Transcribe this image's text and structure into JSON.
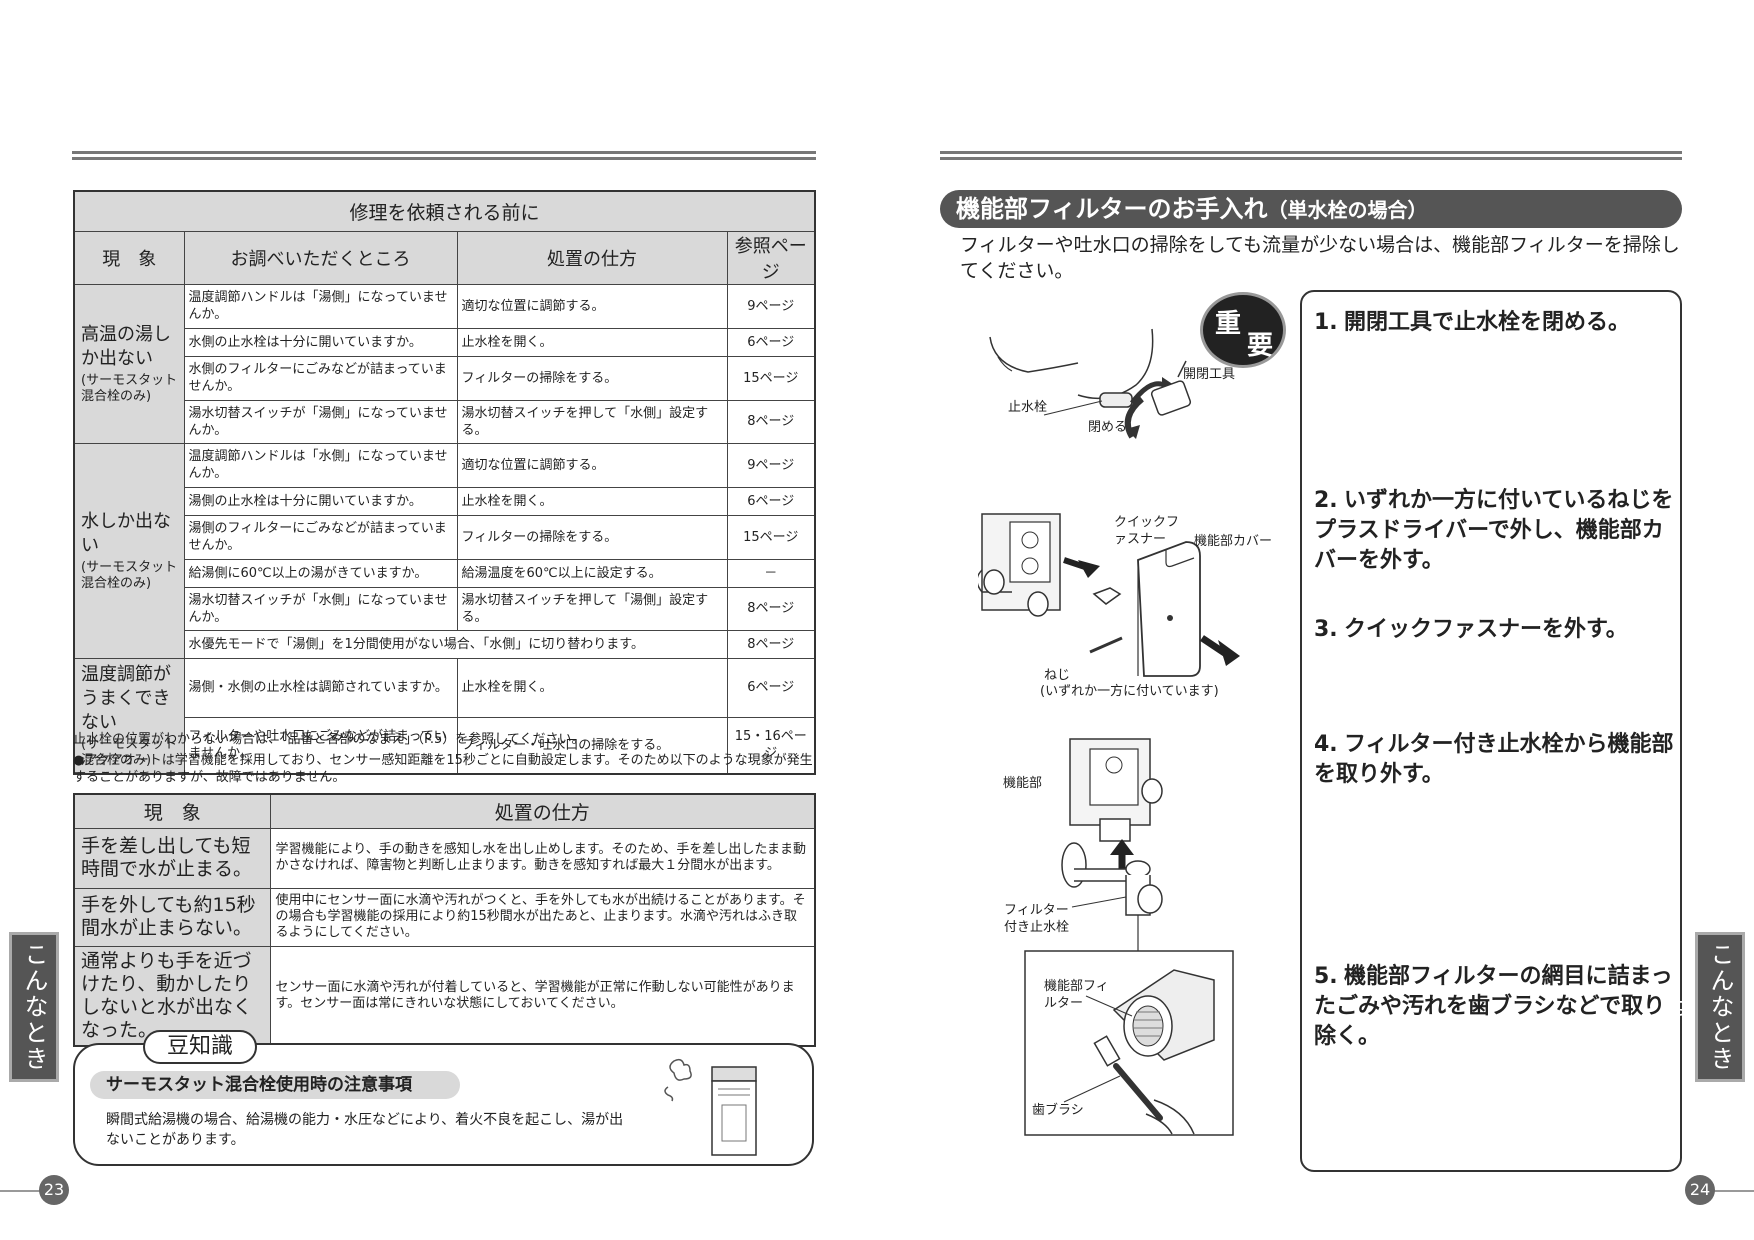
{
  "left": {
    "trouble_table": {
      "title": "修理を依頼される前に",
      "headers": [
        "現　象",
        "お調べいただくところ",
        "処置の仕方",
        "参照ページ"
      ],
      "groups": [
        {
          "symptom": "高温の湯しか出ない",
          "symptom_sub": "サーモスタット混合栓のみ",
          "rows": [
            {
              "check": "温度調節ハンドルは「湯側」になっていませんか。",
              "action": "適切な位置に調節する。",
              "page": "9ページ"
            },
            {
              "check": "水側の止水栓は十分に開いていますか。",
              "action": "止水栓を開く。",
              "page": "6ページ"
            },
            {
              "check": "水側のフィルターにごみなどが詰まっていませんか。",
              "action": "フィルターの掃除をする。",
              "page": "15ページ"
            },
            {
              "check": "湯水切替スイッチが「湯側」になっていませんか。",
              "action": "湯水切替スイッチを押して「水側」設定する。",
              "page": "8ページ"
            }
          ]
        },
        {
          "symptom": "水しか出ない",
          "symptom_sub": "サーモスタット混合栓のみ",
          "rows": [
            {
              "check": "温度調節ハンドルは「水側」になっていませんか。",
              "action": "適切な位置に調節する。",
              "page": "9ページ"
            },
            {
              "check": "湯側の止水栓は十分に開いていますか。",
              "action": "止水栓を開く。",
              "page": "6ページ"
            },
            {
              "check": "湯側のフィルターにごみなどが詰まっていませんか。",
              "action": "フィルターの掃除をする。",
              "page": "15ページ"
            },
            {
              "check": "給湯側に60℃以上の湯がきていますか。",
              "action": "給湯温度を60℃以上に設定する。",
              "page": "－"
            },
            {
              "check": "湯水切替スイッチが「水側」になっていませんか。",
              "action": "湯水切替スイッチを押して「湯側」設定する。",
              "page": "8ページ"
            },
            {
              "note": "水優先モードで「湯側」を1分間使用がない場合、「水側」に切り替わります。",
              "page": "8ページ"
            }
          ]
        },
        {
          "symptom": "温度調節がうまくできない",
          "symptom_sub": "サーモスタット混合栓のみ",
          "rows": [
            {
              "check": "湯側・水側の止水栓は調節されていますか。",
              "action": "止水栓を開く。",
              "page": "6ページ"
            },
            {
              "check": "フィルターや吐水口にごみなどが詰まっていませんか。",
              "action": "フィルター・吐水口の掃除をする。",
              "page": "15・16ページ"
            }
          ]
        }
      ]
    },
    "note_1": "止水栓の位置がわからない場合は、「品番と各部のなまえ」（P.5）を参照してください。",
    "note_2": "●アクアオートは学習機能を採用しており、センサー感知距離を15秒ごとに自動設定します。そのため以下のような現象が発生することがありますが、故障ではありません。",
    "aqua_table": {
      "headers": [
        "現　象",
        "処置の仕方"
      ],
      "rows": [
        {
          "symptom": "手を差し出しても短時間で水が止まる。",
          "action": "学習機能により、手の動きを感知し水を出し止めします。そのため、手を差し出したまま動かさなければ、障害物と判断し止まります。動きを感知すれば最大１分間水が出ます。"
        },
        {
          "symptom": "手を外しても約15秒間水が止まらない。",
          "action": "使用中にセンサー面に水滴や汚れがつくと、手を外しても水が出続けることがあります。その場合も学習機能の採用により約15秒間水が出たあと、止まります。水滴や汚れはふき取るようにしてください。"
        },
        {
          "symptom": "通常よりも手を近づけたり、動かしたりしないと水が出なくなった。",
          "action": "センサー面に水滴や汚れが付着していると、学習機能が正常に作動しない可能性があります。センサー面は常にきれいな状態にしておいてください。"
        }
      ]
    },
    "tip": {
      "tag": "豆知識",
      "heading": "サーモスタット混合栓使用時の注意事項",
      "text": "瞬間式給湯機の場合、給湯機の能力・水圧などにより、着火不良を起こし、湯が出ないことがあります。"
    },
    "side_tab": "こんなときは",
    "page_number": "23"
  },
  "right": {
    "title": "機能部フィルターのお手入れ",
    "title_sub": "（単水栓の場合）",
    "intro": "フィルターや吐水口の掃除をしても流量が少ない場合は、機能部フィルターを掃除してください。",
    "badge": [
      "重",
      "要"
    ],
    "labels": {
      "stop_valve": "止水栓",
      "close": "閉める",
      "tool": "開閉工具",
      "quick_fastener": "クイックファスナー",
      "cover": "機能部カバー",
      "screw": "ねじ",
      "screw_note": "(いずれか一方に付いています)",
      "function_unit": "機能部",
      "filter_valve": "フィルター付き止水栓",
      "function_filter": "機能部フィルター",
      "toothbrush": "歯ブラシ"
    },
    "steps": [
      {
        "num": "1.",
        "text": "開閉工具で止水栓を閉める。"
      },
      {
        "num": "2.",
        "text": "いずれか一方に付いているねじをプラスドライバーで外し、機能部カバーを外す。"
      },
      {
        "num": "3.",
        "text": "クイックファスナーを外す。"
      },
      {
        "num": "4.",
        "text": "フィルター付き止水栓から機能部を取り外す。"
      },
      {
        "num": "5.",
        "text": "機能部フィルターの網目に詰まったごみや汚れを歯ブラシなどで取り除く。"
      }
    ],
    "side_tab": "こんなときは",
    "page_number": "24"
  }
}
